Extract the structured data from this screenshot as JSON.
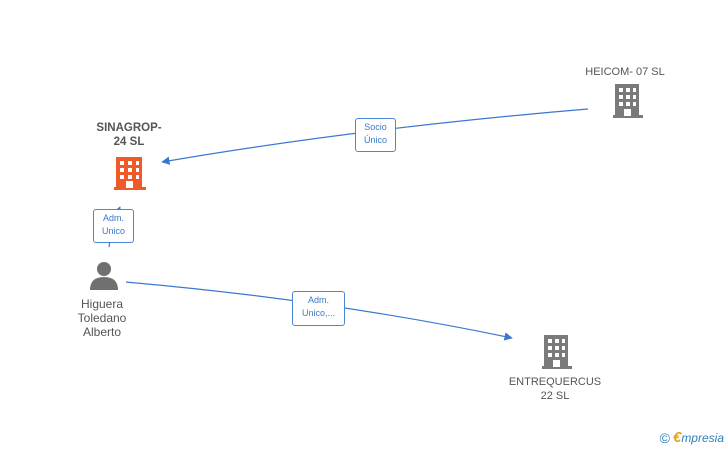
{
  "nodes": {
    "heicom": {
      "lines": [
        "HEICOM- 07 SL"
      ]
    },
    "sinagrop": {
      "lines": [
        "SINAGROP-",
        "24  SL"
      ]
    },
    "higuera": {
      "lines": [
        "Higuera",
        "Toledano",
        "Alberto"
      ]
    },
    "entrequercus": {
      "lines": [
        "ENTREQUERCUS",
        "22  SL"
      ]
    }
  },
  "edges": {
    "socio": {
      "lines": [
        "Socio",
        "Único"
      ]
    },
    "adm1": {
      "lines": [
        "Adm.",
        "Unico"
      ]
    },
    "adm2": {
      "lines": [
        "Adm.",
        "Unico,..."
      ]
    }
  },
  "watermark": {
    "copyright": "©",
    "brand_initial": "€",
    "brand_rest": "mpresia"
  },
  "colors": {
    "edge": "#3a78d0",
    "main_building": "#f05a28",
    "building": "#7a7a7a",
    "person": "#707070"
  }
}
